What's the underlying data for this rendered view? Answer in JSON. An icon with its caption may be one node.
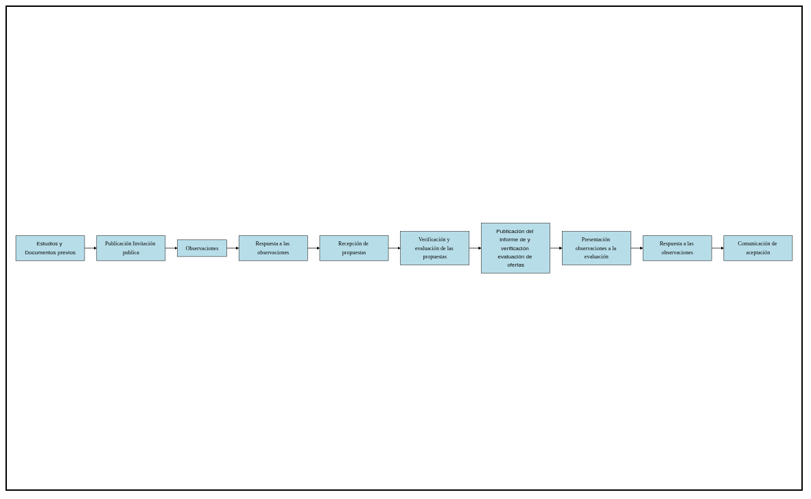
{
  "diagram": {
    "nodes": [
      {
        "text": [
          "Estudios y Documentos previos"
        ]
      },
      {
        "text": [
          "Publicación Invitación publica"
        ]
      },
      {
        "text": [
          "Observaciones"
        ]
      },
      {
        "text": [
          "Verificación y evaluación de las propuestas"
        ]
      },
      {
        "text": [
          "Recepción de propuestas"
        ]
      },
      {
        "text": [
          "Respuesta a las observaciones"
        ]
      },
      {
        "text": [
          "Publicación del informe de y verificación evaluación de ofertas"
        ]
      },
      {
        "text": [
          "Presentación observaciones a la evaluación"
        ]
      },
      {
        "text": [
          "Respuesta a las observaciones"
        ]
      },
      {
        "text": [
          "Comunicación de aceptación"
        ]
      }
    ],
    "edges": [
      {
        "from": 0,
        "to": 1,
        "arrow": "to"
      },
      {
        "from": 1,
        "to": 2,
        "arrow": "to"
      },
      {
        "from": 2,
        "to": 5,
        "arrow": "to"
      },
      {
        "from": 5,
        "to": 4,
        "arrow": "to"
      },
      {
        "from": 4,
        "to": 3,
        "arrow": "to"
      },
      {
        "from": 3,
        "to": 6,
        "arrow": "to"
      },
      {
        "from": 6,
        "to": 7,
        "arrow": "to"
      },
      {
        "from": 7,
        "to": 8,
        "arrow": "to"
      },
      {
        "from": 8,
        "to": 9,
        "arrow": "to"
      }
    ]
  }
}
